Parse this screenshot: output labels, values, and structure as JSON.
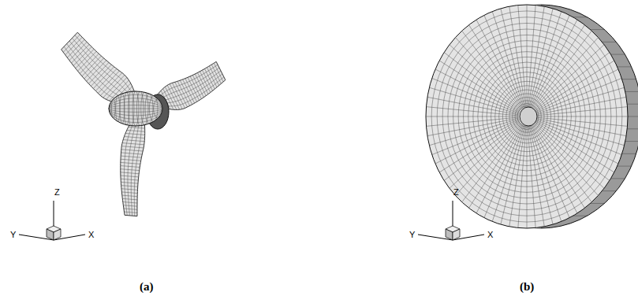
{
  "diagram": {
    "labels": [
      "Z",
      "Y",
      "X",
      "(a)",
      "Z",
      "Y",
      "X",
      "(b)"
    ]
  }
}
